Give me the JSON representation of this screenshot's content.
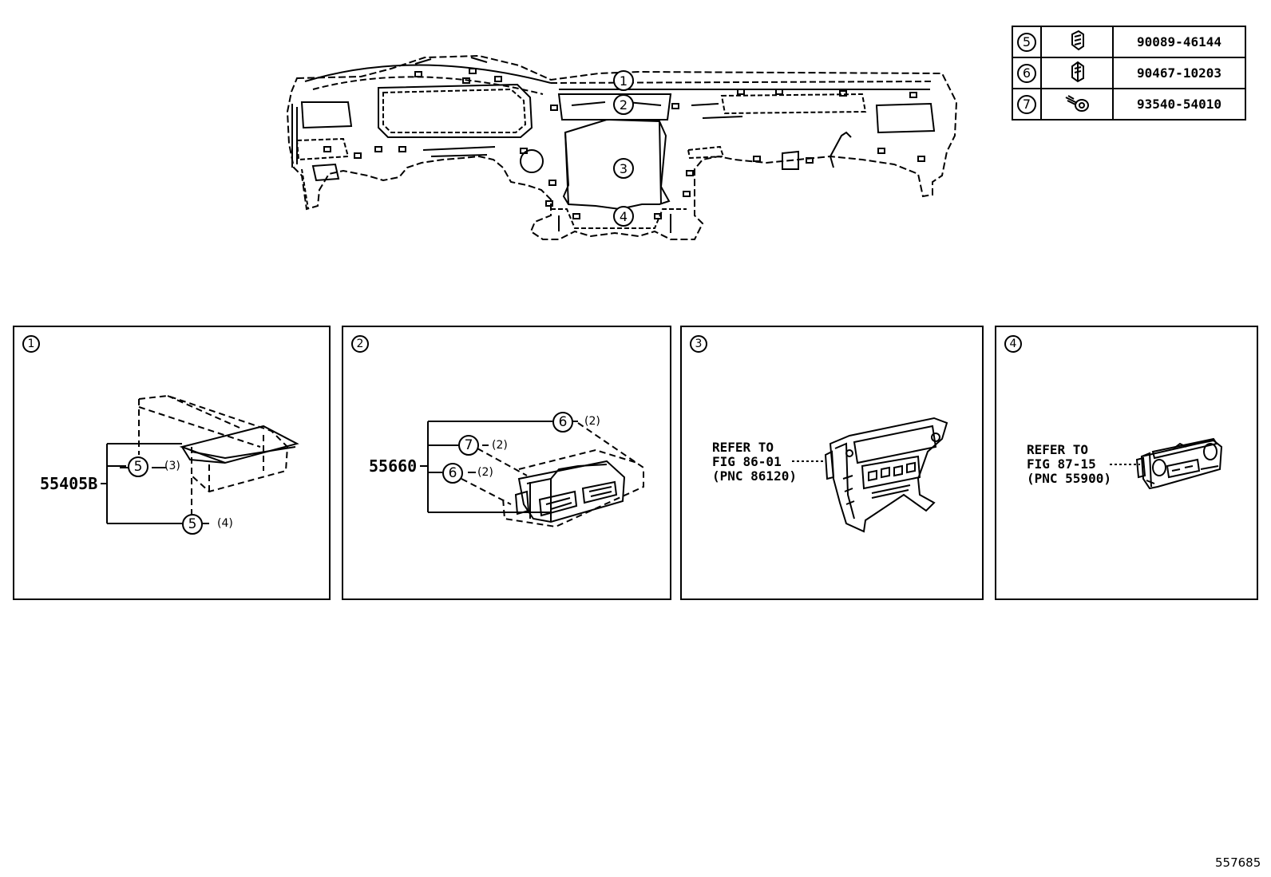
{
  "table": {
    "rows": [
      {
        "ref": "5",
        "icon": "clip-icon",
        "part": "90089-46144"
      },
      {
        "ref": "6",
        "icon": "clip-icon",
        "part": "90467-10203"
      },
      {
        "ref": "7",
        "icon": "screw-icon",
        "part": "93540-54010"
      }
    ]
  },
  "overview": {
    "callouts": [
      "1",
      "2",
      "3",
      "4"
    ]
  },
  "panels": [
    {
      "id": "1",
      "part": "55405B",
      "callouts": [
        {
          "ref": "5",
          "qty": "(3)"
        },
        {
          "ref": "5",
          "qty": "(4)"
        }
      ]
    },
    {
      "id": "2",
      "part": "55660",
      "callouts": [
        {
          "ref": "6",
          "qty": "(2)"
        },
        {
          "ref": "7",
          "qty": "(2)"
        },
        {
          "ref": "6",
          "qty": "(2)"
        }
      ]
    },
    {
      "id": "3",
      "refer": [
        "REFER TO",
        "FIG 86-01",
        "(PNC 86120)"
      ]
    },
    {
      "id": "4",
      "refer": [
        "REFER TO",
        "FIG 87-15",
        "(PNC 55900)"
      ]
    }
  ],
  "figure_number": "557685"
}
